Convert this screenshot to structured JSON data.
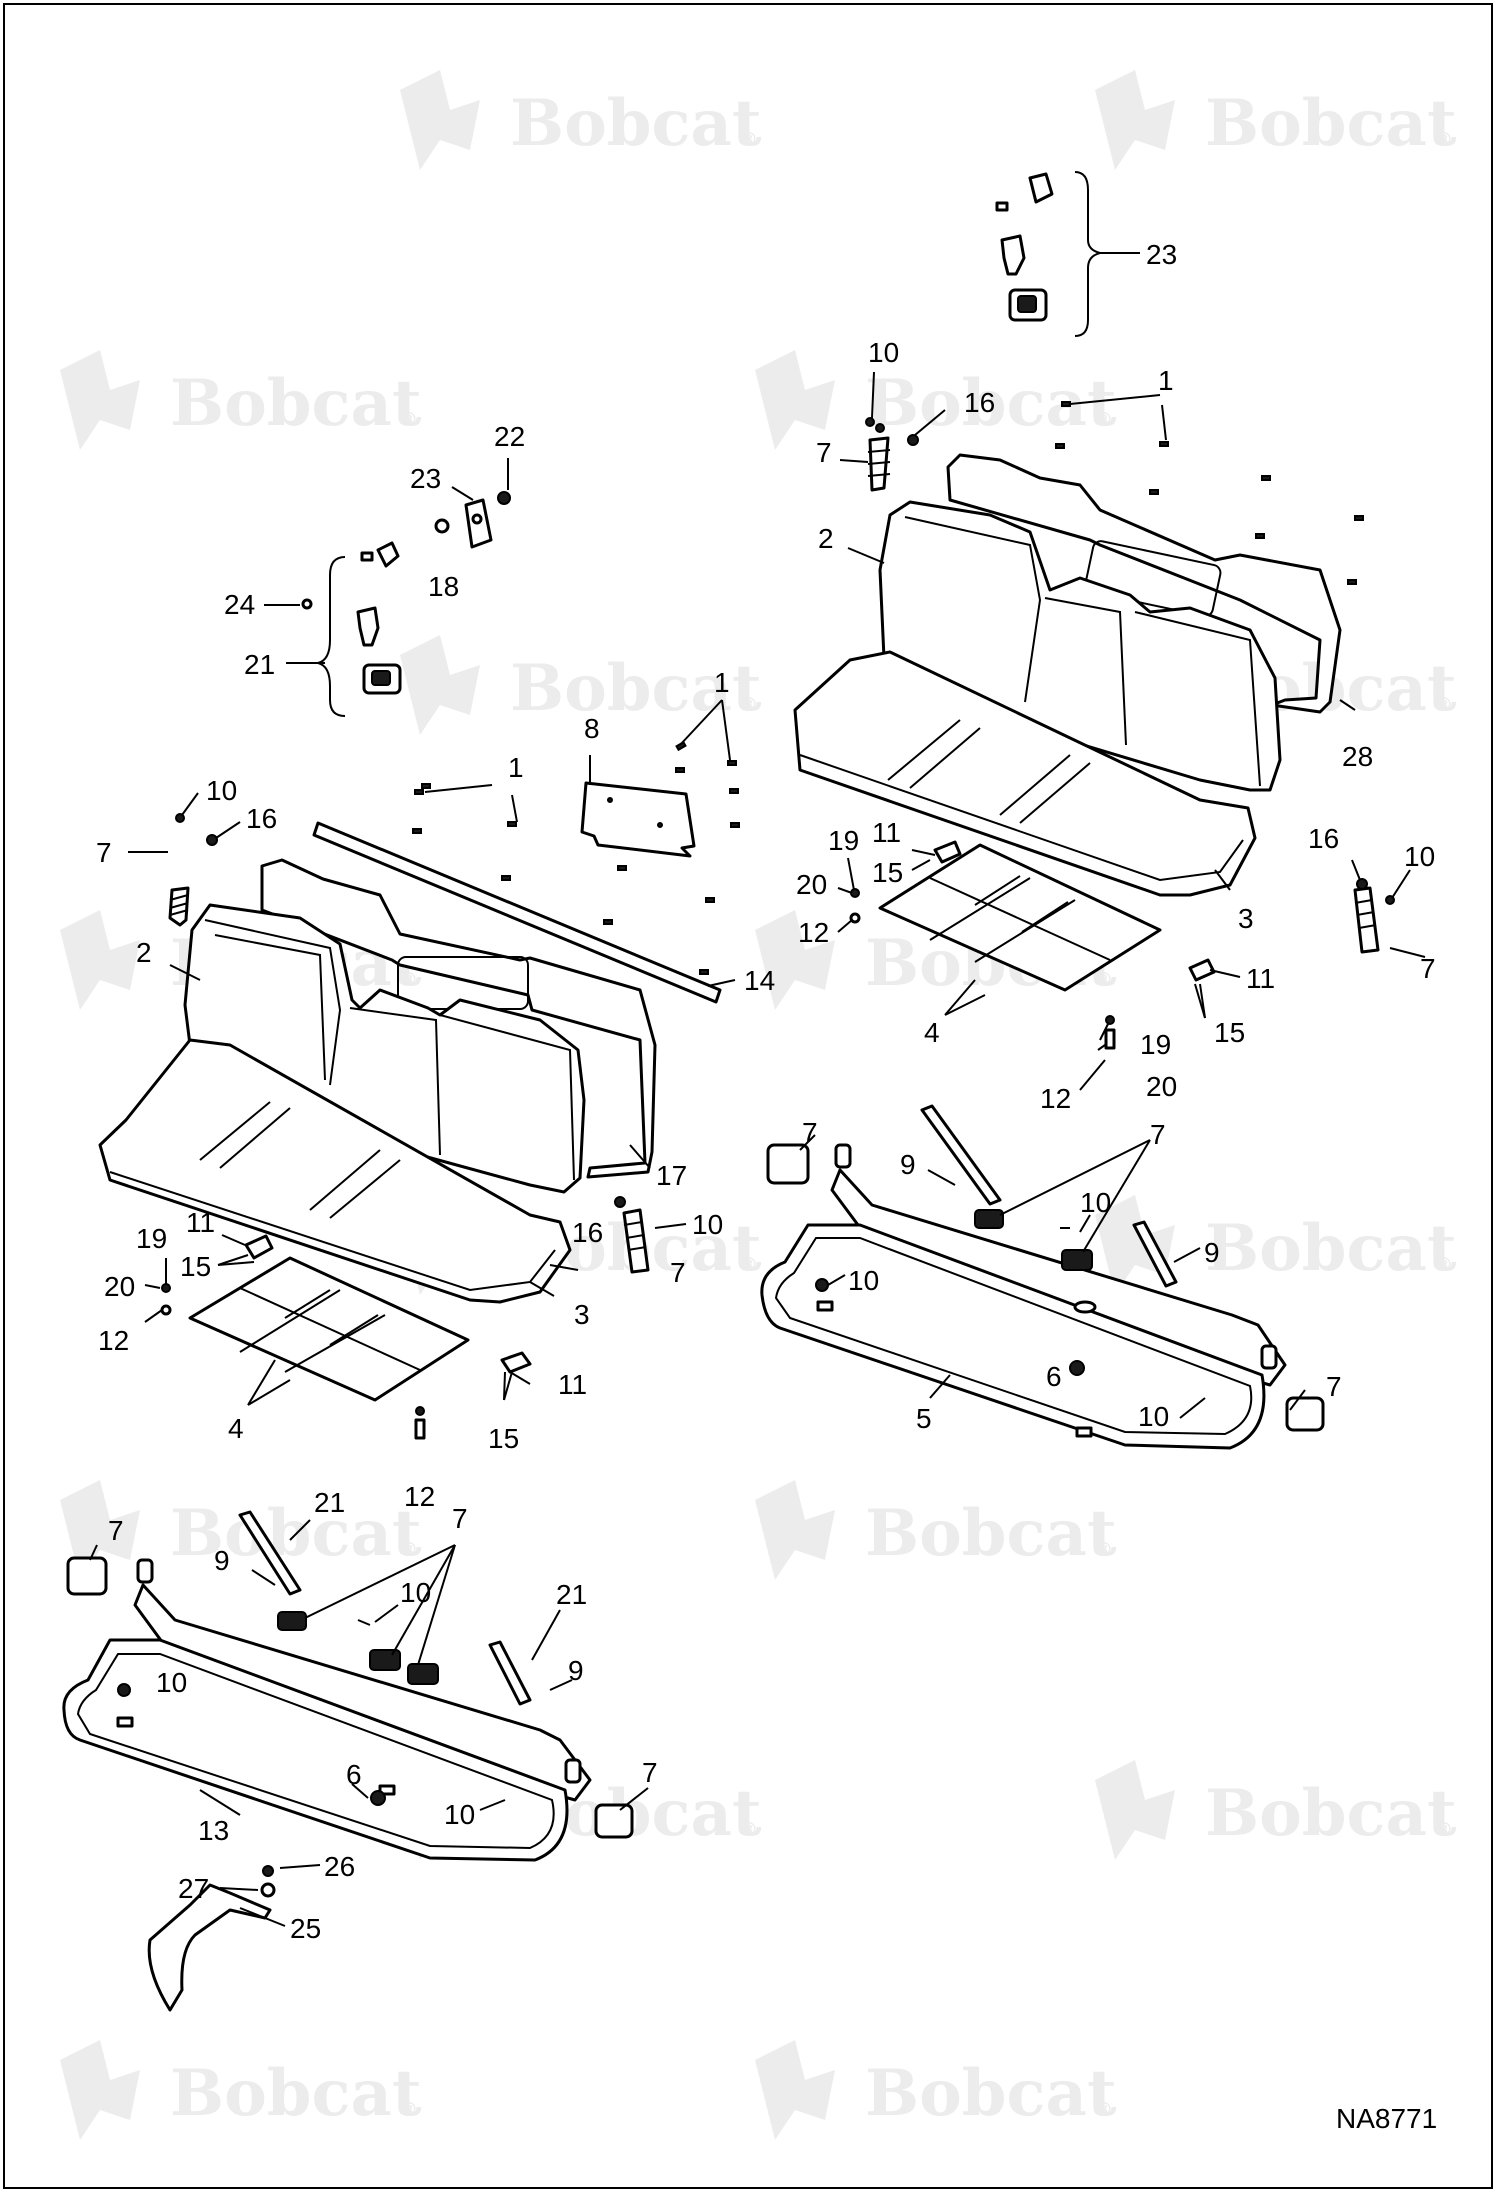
{
  "watermark": {
    "brand": "Bobcat",
    "mark": "®",
    "color": "#ececec"
  },
  "drawing_id": "NA8771",
  "callouts": {
    "left": {
      "c22": "22",
      "c23": "23",
      "c18": "18",
      "c24": "24",
      "c21": "21",
      "c8": "8",
      "c1a": "1",
      "c1b": "1",
      "c10a": "10",
      "c16a": "16",
      "c7a": "7",
      "c2": "2",
      "c14": "14",
      "c17": "17",
      "c16b": "16",
      "c10b": "10",
      "c7b": "7",
      "c3": "3",
      "c11a": "11",
      "c15a": "15",
      "c19": "19",
      "c20": "20",
      "c12a": "12",
      "c4": "4",
      "c11b": "11",
      "c15b": "15",
      "c12b": "12",
      "c7c": "7",
      "c21b": "21",
      "c9a": "9",
      "c7d": "7",
      "c10c": "10",
      "c10d": "10",
      "c21c": "21",
      "c9b": "9",
      "c13": "13",
      "c6": "6",
      "c10e": "10",
      "c7e": "7",
      "c26": "26",
      "c27": "27",
      "c25": "25"
    },
    "right": {
      "c23": "23",
      "c10a": "10",
      "c16a": "16",
      "c1": "1",
      "c7a": "7",
      "c2": "2",
      "c28": "28",
      "c19a": "19",
      "c11a": "11",
      "c20a": "20",
      "c15a": "15",
      "c12a": "12",
      "c3": "3",
      "c16b": "16",
      "c10b": "10",
      "c7b": "7",
      "c11b": "11",
      "c15b": "15",
      "c4": "4",
      "c19b": "19",
      "c20b": "20",
      "c12b": "12",
      "c7c": "7",
      "c9a": "9",
      "c7d": "7",
      "c10c": "10",
      "c9b": "9",
      "c10d": "10",
      "c6": "6",
      "c10e": "10",
      "c7e": "7",
      "c5": "5"
    }
  }
}
